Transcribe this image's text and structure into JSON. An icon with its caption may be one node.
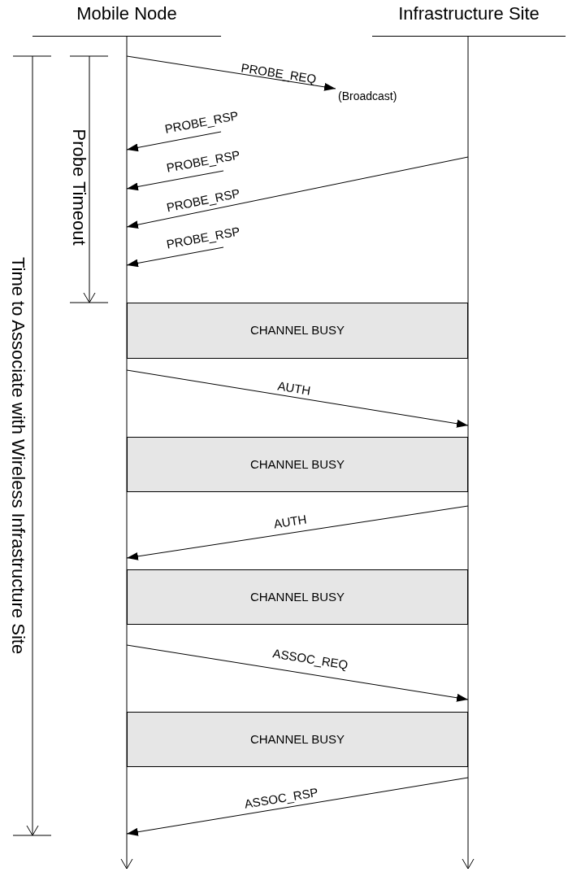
{
  "diagram": {
    "nodes": [
      {
        "text": [
          "Mobile Node"
        ]
      },
      {
        "text": [
          "Infrastructure Site"
        ]
      },
      {
        "text": [
          "(Broadcast)"
        ]
      },
      {
        "text": [
          "CHANNEL BUSY"
        ]
      },
      {
        "text": [
          "CHANNEL BUSY"
        ]
      },
      {
        "text": [
          "CHANNEL BUSY"
        ]
      },
      {
        "text": [
          "CHANNEL BUSY"
        ]
      }
    ],
    "edges": [
      {
        "from": 0,
        "to": 2,
        "arrow": "to",
        "label": "PROBE_REQ"
      },
      {
        "from": null,
        "to": 0,
        "arrow": "to",
        "label": "PROBE_RSP"
      },
      {
        "from": null,
        "to": 0,
        "arrow": "to",
        "label": "PROBE_RSP"
      },
      {
        "from": 1,
        "to": 0,
        "arrow": "to",
        "label": "PROBE_RSP"
      },
      {
        "from": null,
        "to": 0,
        "arrow": "to",
        "label": "PROBE_RSP"
      },
      {
        "from": 0,
        "to": 1,
        "arrow": "to",
        "label": "AUTH"
      },
      {
        "from": 1,
        "to": 0,
        "arrow": "to",
        "label": "AUTH"
      },
      {
        "from": 0,
        "to": 1,
        "arrow": "to",
        "label": "ASSOC_REQ"
      },
      {
        "from": 1,
        "to": 0,
        "arrow": "to",
        "label": "ASSOC_RSP"
      }
    ],
    "labels": [
      "Probe Timeout",
      "Time to Associate with Wireless Infrastructure Site"
    ]
  }
}
